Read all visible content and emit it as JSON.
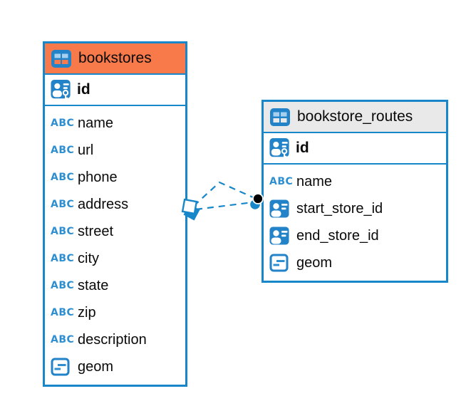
{
  "colors": {
    "accent_blue": "#1787C9",
    "bookstores_header": "#F87A4B",
    "bookstore_routes_header": "#E9E9E9",
    "background": "#FFFFFF",
    "text": "#0A0A0A"
  },
  "icons": {
    "text_type_label": "ABC",
    "table_icon": "table-grid-icon",
    "primary_key_icon": "person-key-icon",
    "foreign_key_icon": "person-card-icon",
    "geometry_icon": "geometry-rect-icon"
  },
  "tables": [
    {
      "name": "bookstores",
      "primary_key": "id",
      "columns": [
        {
          "name": "name",
          "type": "text"
        },
        {
          "name": "url",
          "type": "text"
        },
        {
          "name": "phone",
          "type": "text"
        },
        {
          "name": "address",
          "type": "text"
        },
        {
          "name": "street",
          "type": "text"
        },
        {
          "name": "city",
          "type": "text"
        },
        {
          "name": "state",
          "type": "text"
        },
        {
          "name": "zip",
          "type": "text"
        },
        {
          "name": "description",
          "type": "text"
        },
        {
          "name": "geom",
          "type": "geometry"
        }
      ]
    },
    {
      "name": "bookstore_routes",
      "primary_key": "id",
      "columns": [
        {
          "name": "name",
          "type": "text"
        },
        {
          "name": "start_store_id",
          "type": "foreign-key"
        },
        {
          "name": "end_store_id",
          "type": "foreign-key"
        },
        {
          "name": "geom",
          "type": "geometry"
        }
      ]
    }
  ],
  "relationships": [
    {
      "from": "bookstores",
      "to": "bookstore_routes",
      "style": "dashed",
      "source_marker": "diamond",
      "target_marker": "dot",
      "route": "bent"
    },
    {
      "from": "bookstores",
      "to": "bookstore_routes",
      "style": "dashed",
      "source_marker": "diamond",
      "target_marker": "dot",
      "route": "direct"
    }
  ]
}
